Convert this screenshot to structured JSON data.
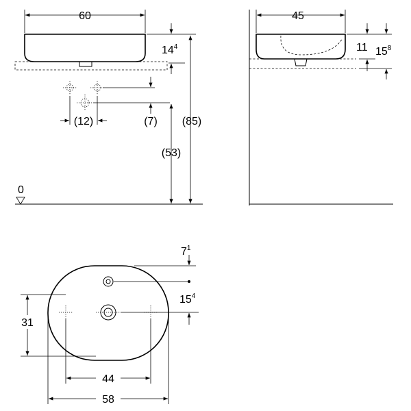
{
  "front_view": {
    "width": "60",
    "bowl_height_main": "14",
    "bowl_height_sup": "4",
    "tap_offset": "(7)",
    "tap_spacing": "(12)",
    "mount_height": "(53)",
    "total_height": "(85)",
    "floor_zero": "0"
  },
  "side_view": {
    "depth": "45",
    "inner_height": "11",
    "outer_height_main": "15",
    "outer_height_sup": "8"
  },
  "top_view": {
    "tap_hole_offset_main": "7",
    "tap_hole_offset_sup": "1",
    "drain_offset_main": "15",
    "drain_offset_sup": "4",
    "inner_depth": "31",
    "bracket_spacing": "44",
    "overall_width": "58"
  }
}
